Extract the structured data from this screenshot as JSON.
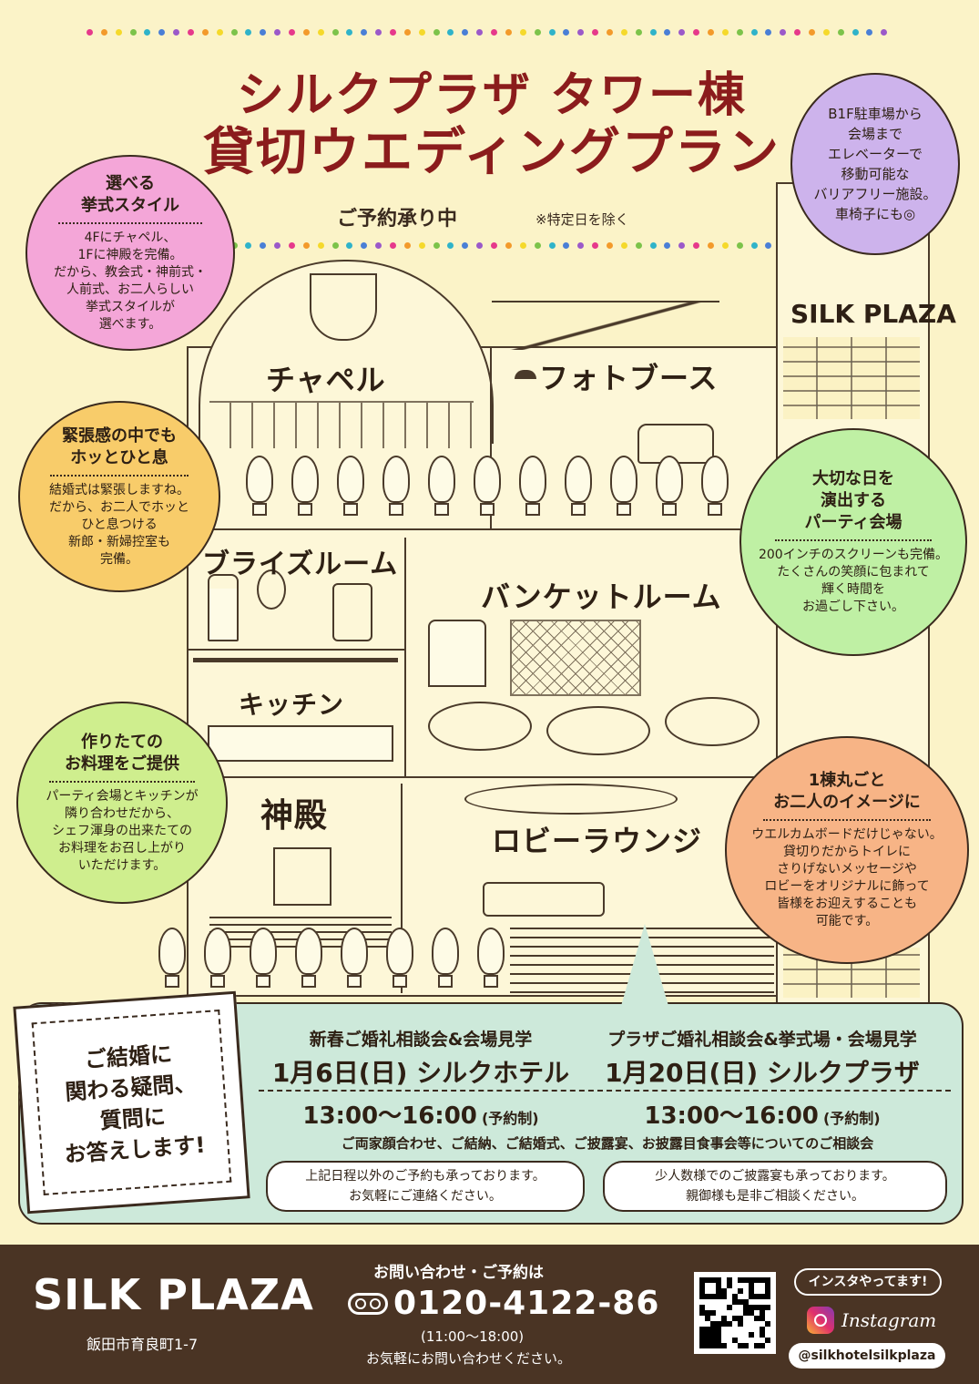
{
  "title": {
    "line1": "シルクプラザ タワー棟",
    "line2": "貸切ウエディングプラン"
  },
  "reservation": {
    "label": "ご予約承り中",
    "note": "※特定日を除く"
  },
  "bubbles": {
    "ceremony": {
      "heading1": "選べる",
      "heading2": "挙式スタイル",
      "body": [
        "4Fにチャペル、",
        "1Fに神殿を完備。",
        "だから、教会式・神前式・",
        "人前式、お二人らしい",
        "挙式スタイルが",
        "選べます。"
      ]
    },
    "barrier": {
      "body": [
        "B1F駐車場から",
        "会場まで",
        "エレベーターで",
        "移動可能な",
        "バリアフリー施設。",
        "車椅子にも◎"
      ]
    },
    "relax": {
      "heading1": "緊張感の中でも",
      "heading2": "ホッとひと息",
      "body": [
        "結婚式は緊張しますね。",
        "だから、お二人でホッと",
        "ひと息つける",
        "新郎・新婦控室も",
        "完備。"
      ]
    },
    "party": {
      "heading1": "大切な日を",
      "heading2": "演出する",
      "heading3": "パーティ会場",
      "body": [
        "200インチのスクリーンも完備。",
        "たくさんの笑顔に包まれて",
        "輝く時間を",
        "お過ごし下さい。"
      ]
    },
    "cooking": {
      "heading1": "作りたての",
      "heading2": "お料理をご提供",
      "body": [
        "パーティ会場とキッチンが",
        "隣り合わせだから、",
        "シェフ渾身の出来たての",
        "お料理をお召し上がり",
        "いただけます。"
      ]
    },
    "wholebuilding": {
      "heading1": "1棟丸ごと",
      "heading2": "お二人のイメージに",
      "body": [
        "ウエルカムボードだけじゃない。",
        "貸切りだからトイレに",
        "さりげないメッセージや",
        "ロビーをオリジナルに飾って",
        "皆様をお迎えすることも",
        "可能です。"
      ]
    }
  },
  "rooms": {
    "chapel": "チャペル",
    "photobooth": "フォトブース",
    "bride": "ブライズルーム",
    "banquet": "バンケットルーム",
    "kitchen": "キッチン",
    "shrine": "神殿",
    "lobby": "ロビーラウンジ",
    "building": "SILK PLAZA"
  },
  "consult": {
    "frame_text": [
      "ご結婚に",
      "関わる疑問、",
      "質問に",
      "お答えします!"
    ],
    "event1": {
      "title": "新春ご婚礼相談会&会場見学",
      "date": "1月6日(日)",
      "place": "シルクホテル",
      "time": "13:00～16:00",
      "time_note": "(予約制)"
    },
    "event2": {
      "title": "プラザご婚礼相談会&挙式場・会場見学",
      "date": "1月20日(日)",
      "place": "シルクプラザ",
      "time": "13:00～16:00",
      "time_note": "(予約制)"
    },
    "topics": "ご両家顔合わせ、ご結納、ご結婚式、ご披露宴、お披露目食事会等についてのご相談会",
    "note1": [
      "上記日程以外のご予約も承っております。",
      "お気軽にご連絡ください。"
    ],
    "note2": [
      "少人数様でのご披露宴も承っております。",
      "親御様も是非ご相談ください。"
    ]
  },
  "footer": {
    "brand": "SILK PLAZA",
    "address": "飯田市育良町1-7",
    "contact_label": "お問い合わせ・ご予約は",
    "phone": "0120-4122-86",
    "hours": "(11:00～18:00)",
    "invite": "お気軽にお問い合わせください。",
    "insta_callout": "インスタやってます!",
    "insta_label": "Instagram",
    "insta_handle": "@silkhotelsilkplaza"
  },
  "colors": {
    "background": "#fbf3c8",
    "title": "#8b1c1c",
    "bubble_pink": "#f4a6d8",
    "bubble_purple": "#cdb3ec",
    "bubble_orange": "#f8cc6a",
    "bubble_green": "#bff0a4",
    "bubble_yellowgreen": "#cfee8e",
    "bubble_salmon": "#f7b486",
    "panel": "#cde9da",
    "footer": "#4a3424"
  }
}
